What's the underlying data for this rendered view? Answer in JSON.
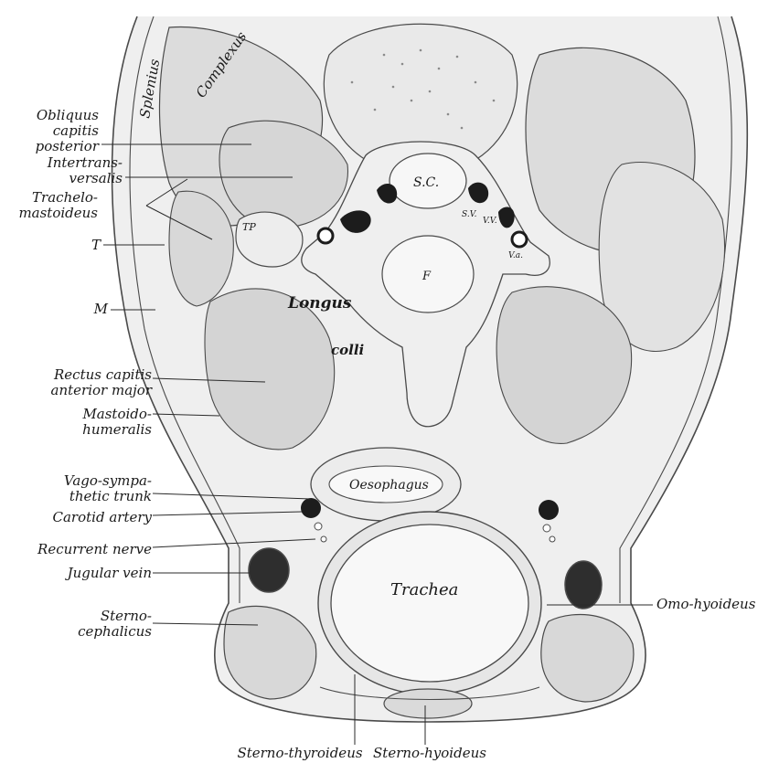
{
  "labels": {
    "obliquus": "Obliquus capitis posterior",
    "obliquus_l1": "Obliquus",
    "obliquus_l2": "capitis",
    "obliquus_l3": "posterior",
    "intertrans_l1": "Intertrans-",
    "intertrans_l2": "versalis",
    "trachelo_l1": "Trachelo-",
    "trachelo_l2": "mastoideus",
    "t": "T",
    "m": "M",
    "rectus_l1": "Rectus capitis",
    "rectus_l2": "anterior major",
    "mastoido_l1": "Mastoido-",
    "mastoido_l2": "humeralis",
    "vago_l1": "Vago-sympa-",
    "vago_l2": "thetic trunk",
    "carotid": "Carotid artery",
    "recurrent": "Recurrent nerve",
    "jugular": "Jugular vein",
    "sterno_ceph_l1": "Sterno-",
    "sterno_ceph_l2": "cephalicus",
    "omo_hyoideus": "Omo-hyoideus",
    "sterno_thyroideus": "Sterno-thyroideus",
    "sterno_hyoideus": "Sterno-hyoideus",
    "splenius": "Splenius",
    "complexus": "Complexus",
    "sc": "S.C.",
    "tp": "TP",
    "f": "F",
    "longus": "Longus",
    "colli": "colli",
    "oesophagus": "Oesophagus",
    "trachea": "Trachea",
    "sv": "S.V.",
    "vv": "V.V.",
    "va": "V.a."
  },
  "colors": {
    "muscle": "#dcdcdc",
    "outline": "#4a4a4a",
    "vessel": "#1c1c1c",
    "background": "#ffffff"
  }
}
